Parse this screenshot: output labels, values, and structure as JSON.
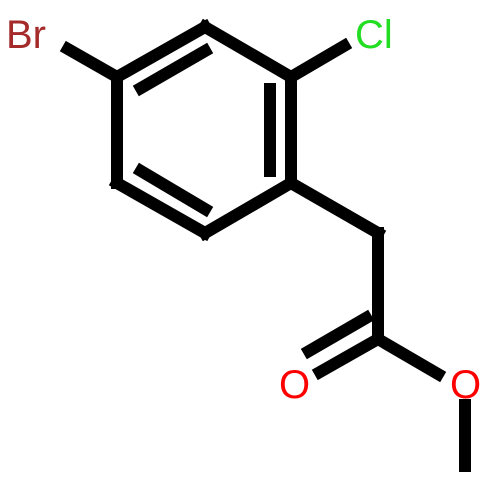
{
  "molecule": {
    "atoms": [
      {
        "id": "br",
        "symbol": "Br",
        "color": "#a52a2a"
      },
      {
        "id": "cl",
        "symbol": "Cl",
        "color": "#22dd22"
      },
      {
        "id": "o_carbonyl",
        "symbol": "O",
        "color": "#ff0000"
      },
      {
        "id": "o_ester",
        "symbol": "O",
        "color": "#ff0000"
      }
    ],
    "bond_color": "#000000"
  }
}
